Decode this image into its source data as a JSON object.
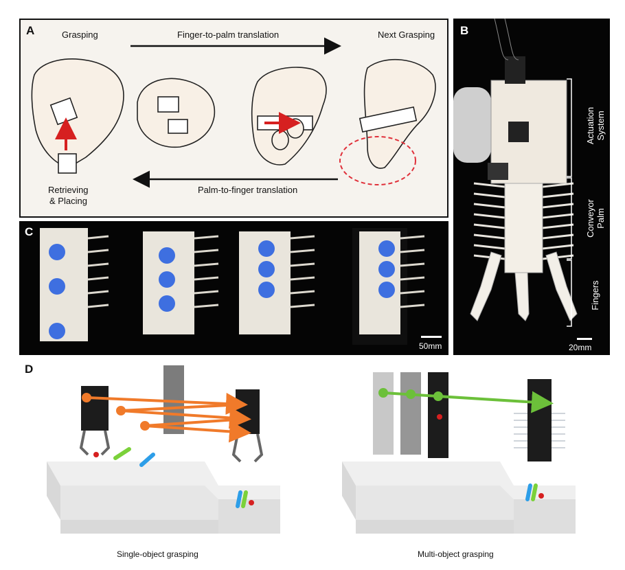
{
  "figure": {
    "panelA": {
      "label": "A",
      "grasping": "Grasping",
      "finger_to_palm": "Finger-to-palm translation",
      "next_grasping": "Next Grasping",
      "retrieving_line1": "Retrieving",
      "retrieving_line2": "& Placing",
      "palm_to_finger": "Palm-to-finger translation"
    },
    "panelB": {
      "label": "B",
      "actuation_line1": "Actuation",
      "actuation_line2": "System",
      "conveyor_line1": "Conveyor",
      "conveyor_line2": "Palm",
      "fingers": "Fingers",
      "scale": "20mm"
    },
    "panelC": {
      "label": "C",
      "scale": "50mm"
    },
    "panelD": {
      "label": "D",
      "single": "Single-object grasping",
      "multi": "Multi-object grasping"
    },
    "colors": {
      "red_arrow": "#d62020",
      "orange_arrow": "#f07a2a",
      "green_arrow": "#6cc03a",
      "dashed_circle": "#e0303a",
      "photo_bg": "#060606"
    }
  }
}
